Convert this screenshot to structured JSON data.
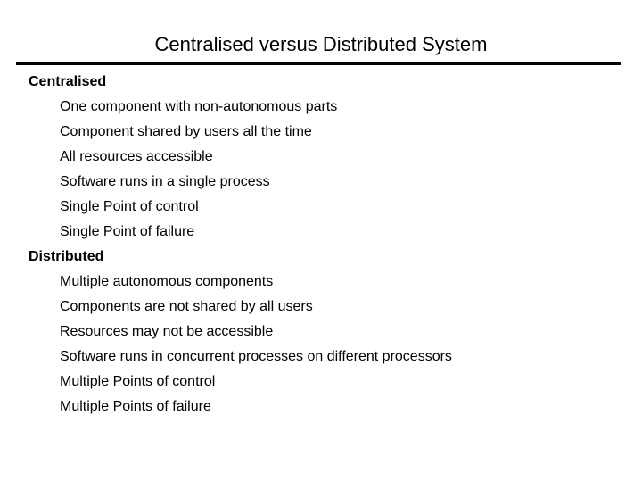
{
  "slide": {
    "title": "Centralised versus Distributed System",
    "colors": {
      "background": "#ffffff",
      "text": "#000000",
      "rule": "#000000"
    },
    "sections": [
      {
        "heading": "Centralised",
        "items": [
          "One component with non-autonomous parts",
          "Component shared by users all the time",
          "All resources accessible",
          "Software runs in a single process",
          "Single Point of control",
          "Single Point of failure"
        ]
      },
      {
        "heading": "Distributed",
        "items": [
          "Multiple autonomous components",
          "Components are not shared by all users",
          "Resources may not be accessible",
          "Software runs in concurrent processes on different processors",
          "Multiple Points of control",
          "Multiple Points of failure"
        ]
      }
    ]
  }
}
